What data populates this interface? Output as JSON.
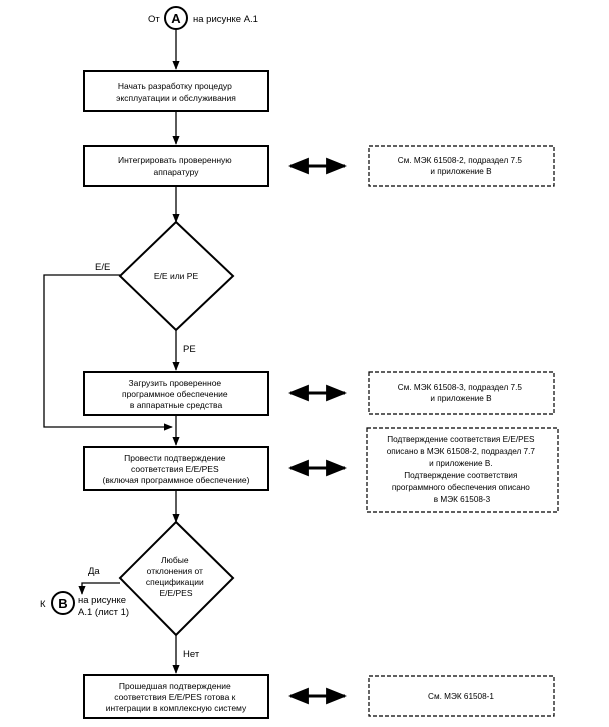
{
  "start": {
    "prefix": "От",
    "letter": "A",
    "suffix": "на рисунке А.1"
  },
  "steps": {
    "step1": [
      "Начать разработку процедур",
      "эксплуатации и обслуживания"
    ],
    "step2": [
      "Интегрировать проверенную",
      "аппаратуру"
    ],
    "step3": [
      "Загрузить проверенное",
      "программное обеспечение",
      "в аппаратные средства"
    ],
    "step4": [
      "Провести подтверждение",
      "соответствия Е/Е/PES",
      "(включая программное обеспечение)"
    ],
    "step5": [
      "Прошедшая подтверждение",
      "соответствия Е/Е/PES готова к",
      "интеграции в комплексную систему"
    ]
  },
  "decisions": {
    "d1": {
      "text": [
        "Е/Е или РЕ"
      ],
      "left_label": "Е/Е",
      "down_label": "РЕ"
    },
    "d2": {
      "text": [
        "Любые",
        "отклонения от",
        "спецификации",
        "Е/Е/PES"
      ],
      "left_label": "Да",
      "down_label": "Нет"
    }
  },
  "exit": {
    "prefix": "К",
    "letter": "B",
    "suffix": [
      "на рисунке",
      "А.1 (лист 1)"
    ]
  },
  "notes": {
    "note1": [
      "См. МЭК 61508-2, подраздел 7.5",
      "и приложение В"
    ],
    "note2": [
      "См. МЭК 61508-3, подраздел 7.5",
      "и приложение В"
    ],
    "note3": [
      "Подтверждение соответствия Е/Е/PES",
      "описано в МЭК 61508-2, подраздел 7.7",
      "и приложение В.",
      "Подтверждение соответствия",
      "программного обеспечения описано",
      "в МЭК 61508-3"
    ],
    "note4": [
      "См. МЭК 61508-1"
    ]
  }
}
